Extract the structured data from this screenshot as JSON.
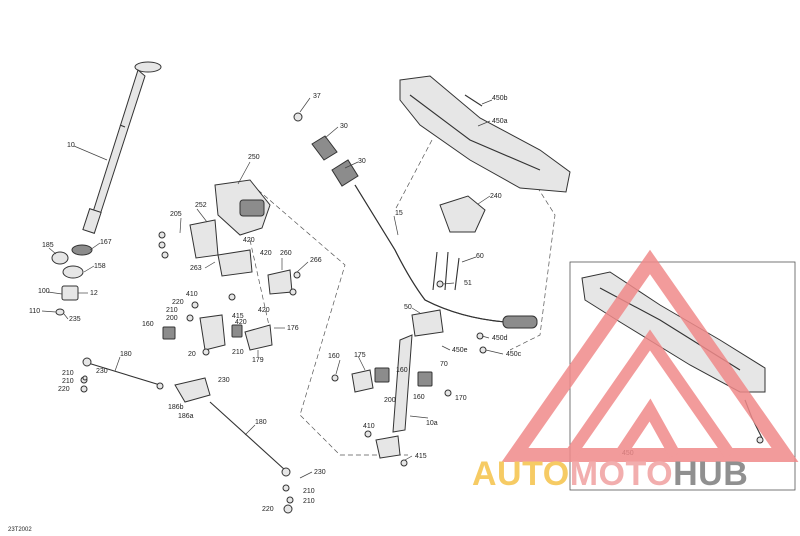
{
  "diagram": {
    "code": "23T2002",
    "callouts": [
      {
        "id": "10",
        "label": "10"
      },
      {
        "id": "185",
        "label": "185"
      },
      {
        "id": "167",
        "label": "167"
      },
      {
        "id": "158",
        "label": "158"
      },
      {
        "id": "100",
        "label": "100"
      },
      {
        "id": "12",
        "label": "12"
      },
      {
        "id": "110",
        "label": "110"
      },
      {
        "id": "235",
        "label": "235"
      },
      {
        "id": "250",
        "label": "250"
      },
      {
        "id": "205",
        "label": "205"
      },
      {
        "id": "252",
        "label": "252"
      },
      {
        "id": "263",
        "label": "263"
      },
      {
        "id": "420a",
        "label": "420"
      },
      {
        "id": "420b",
        "label": "420"
      },
      {
        "id": "420c",
        "label": "420"
      },
      {
        "id": "420d",
        "label": "420"
      },
      {
        "id": "260",
        "label": "260"
      },
      {
        "id": "266",
        "label": "266"
      },
      {
        "id": "410",
        "label": "410"
      },
      {
        "id": "220a",
        "label": "220"
      },
      {
        "id": "210a",
        "label": "210"
      },
      {
        "id": "200",
        "label": "200"
      },
      {
        "id": "415a",
        "label": "415"
      },
      {
        "id": "160a",
        "label": "160"
      },
      {
        "id": "210b",
        "label": "210"
      },
      {
        "id": "20",
        "label": "20"
      },
      {
        "id": "176",
        "label": "176"
      },
      {
        "id": "179",
        "label": "179"
      },
      {
        "id": "180a",
        "label": "180"
      },
      {
        "id": "230a",
        "label": "230"
      },
      {
        "id": "210c",
        "label": "210"
      },
      {
        "id": "210d",
        "label": "210"
      },
      {
        "id": "220b",
        "label": "220"
      },
      {
        "id": "230b",
        "label": "230"
      },
      {
        "id": "186b",
        "label": "186b"
      },
      {
        "id": "186a",
        "label": "186a"
      },
      {
        "id": "180b",
        "label": "180"
      },
      {
        "id": "230c",
        "label": "230"
      },
      {
        "id": "210e",
        "label": "210"
      },
      {
        "id": "210f",
        "label": "210"
      },
      {
        "id": "220c",
        "label": "220"
      },
      {
        "id": "37",
        "label": "37"
      },
      {
        "id": "30a",
        "label": "30"
      },
      {
        "id": "30b",
        "label": "30"
      },
      {
        "id": "15",
        "label": "15"
      },
      {
        "id": "450b",
        "label": "450b"
      },
      {
        "id": "450a",
        "label": "450a"
      },
      {
        "id": "240",
        "label": "240"
      },
      {
        "id": "60",
        "label": "60"
      },
      {
        "id": "51",
        "label": "51"
      },
      {
        "id": "50",
        "label": "50"
      },
      {
        "id": "450d",
        "label": "450d"
      },
      {
        "id": "450e",
        "label": "450e"
      },
      {
        "id": "450c",
        "label": "450c"
      },
      {
        "id": "70",
        "label": "70"
      },
      {
        "id": "160b",
        "label": "160"
      },
      {
        "id": "175",
        "label": "175"
      },
      {
        "id": "160c",
        "label": "160"
      },
      {
        "id": "200b",
        "label": "200"
      },
      {
        "id": "160d",
        "label": "160"
      },
      {
        "id": "170",
        "label": "170"
      },
      {
        "id": "410b",
        "label": "410"
      },
      {
        "id": "10a",
        "label": "10a"
      },
      {
        "id": "415b",
        "label": "415"
      },
      {
        "id": "450",
        "label": "450"
      }
    ]
  },
  "watermark": {
    "part1": "AUTO",
    "part2": "MOTO",
    "part3": "HUB",
    "color_part1": "#f5c24a",
    "color_part2": "#f0a1a1",
    "color_part3": "#7d7d7d",
    "triangle_color": "#f08a8a"
  }
}
